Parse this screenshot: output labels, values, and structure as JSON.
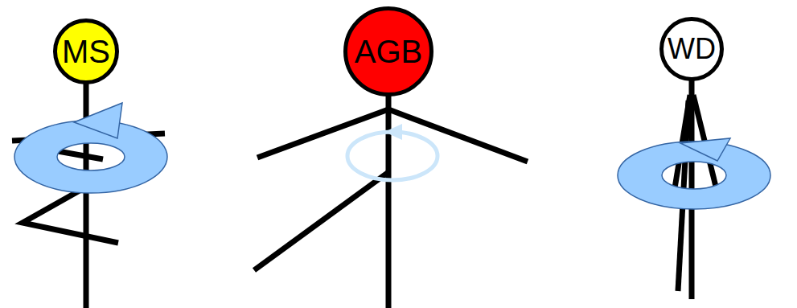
{
  "diagram": {
    "nodes": [
      {
        "text": [
          "MS"
        ]
      },
      {
        "text": [
          "AGB"
        ]
      },
      {
        "text": [
          "WD"
        ]
      }
    ]
  }
}
